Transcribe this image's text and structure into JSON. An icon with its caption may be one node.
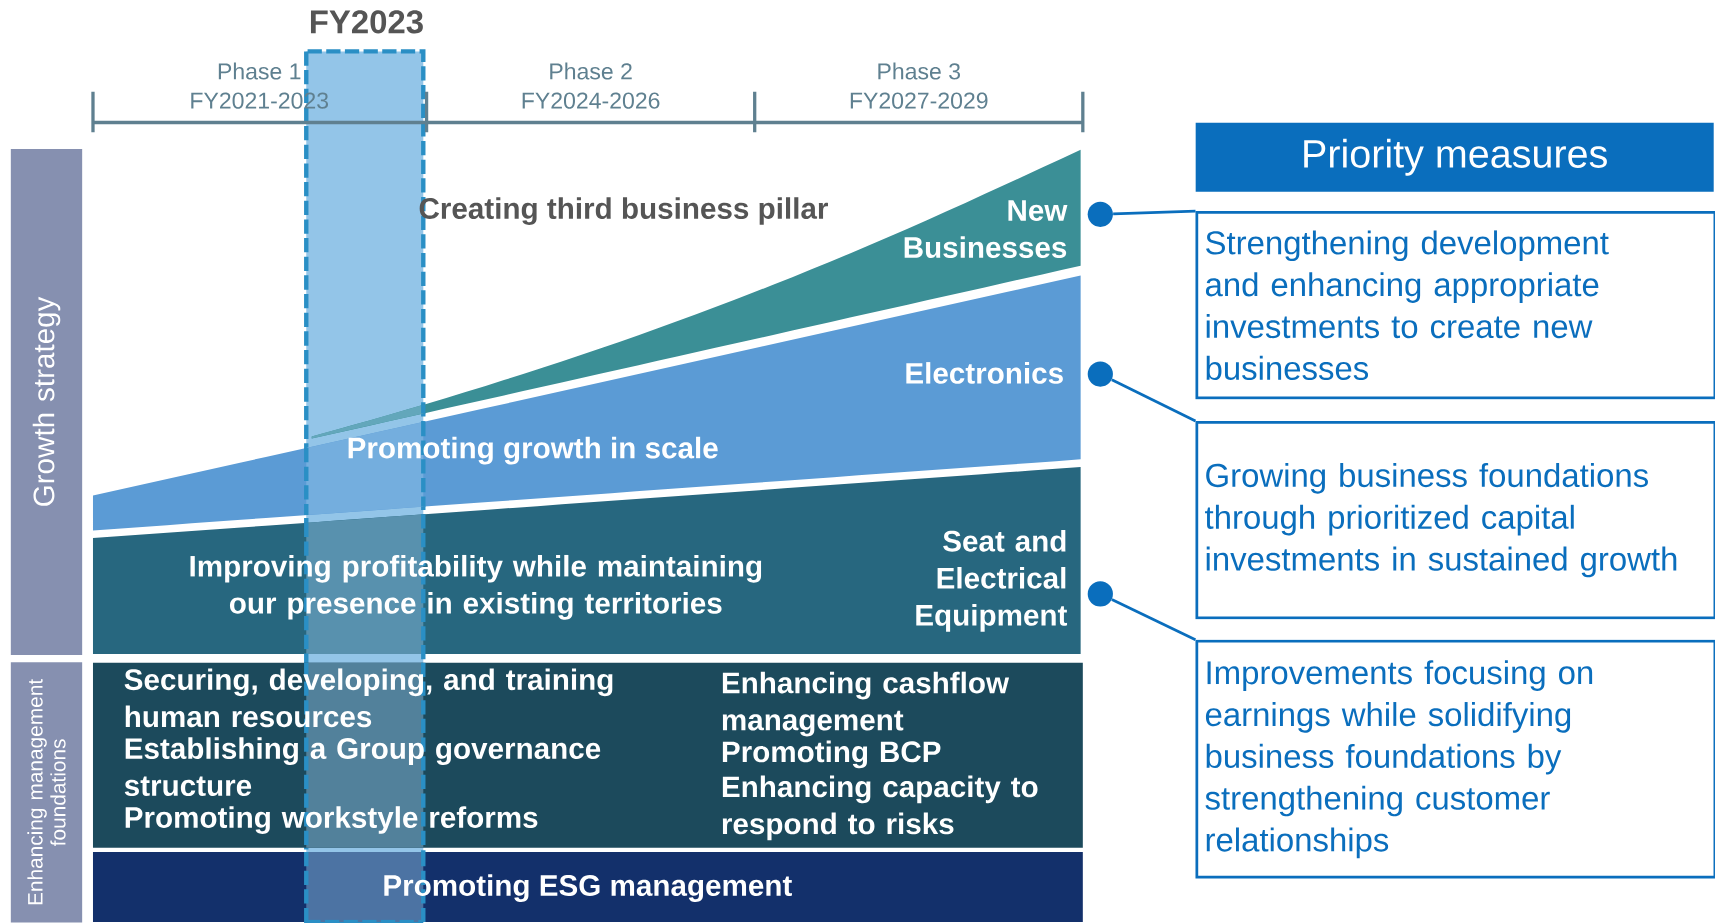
{
  "diagram": {
    "nodes": [
      {
        "text": [
          "Growth strategy"
        ]
      },
      {
        "text": [
          "Enhancing management foundations"
        ]
      },
      {
        "text": [
          "New Businesses"
        ],
        "beside": [
          "Creating third business pillar"
        ]
      },
      {
        "text": [
          "Electronics",
          "Promoting growth in scale"
        ]
      },
      {
        "text": [
          "Improving profitability while maintaining our presence in existing territories",
          "Seat and Electrical Equipment"
        ]
      },
      {
        "text": [
          "Securing, developing, and training human resources",
          "Establishing a Group governance structure",
          "Promoting workstyle reforms",
          "Enhancing cashflow management",
          "Promoting BCP",
          "Enhancing capacity to respond to risks"
        ]
      },
      {
        "text": [
          "Promoting ESG management"
        ]
      },
      {
        "text": [
          "Priority measures"
        ]
      },
      {
        "text": [
          "Strengthening development and enhancing appropriate investments to create new businesses"
        ]
      },
      {
        "text": [
          "Growing business foundations through prioritized capital investments in sustained growth"
        ]
      },
      {
        "text": [
          "Improvements focusing on earnings while solidifying business foundations by strengthening customer relationships"
        ]
      },
      {
        "text": [],
        "shape": "circle"
      },
      {
        "text": [],
        "shape": "circle"
      },
      {
        "text": [],
        "shape": "circle"
      }
    ],
    "edges": [
      {
        "from": 11,
        "to": 8,
        "arrow": "none"
      },
      {
        "from": 12,
        "to": 9,
        "arrow": "none"
      },
      {
        "from": 13,
        "to": 10,
        "arrow": "none"
      }
    ],
    "labels": [
      "FY2023",
      "Phase 1",
      "FY2021-2023",
      "Phase 2",
      "FY2024-2026",
      "Phase 3",
      "FY2027-2029"
    ]
  }
}
